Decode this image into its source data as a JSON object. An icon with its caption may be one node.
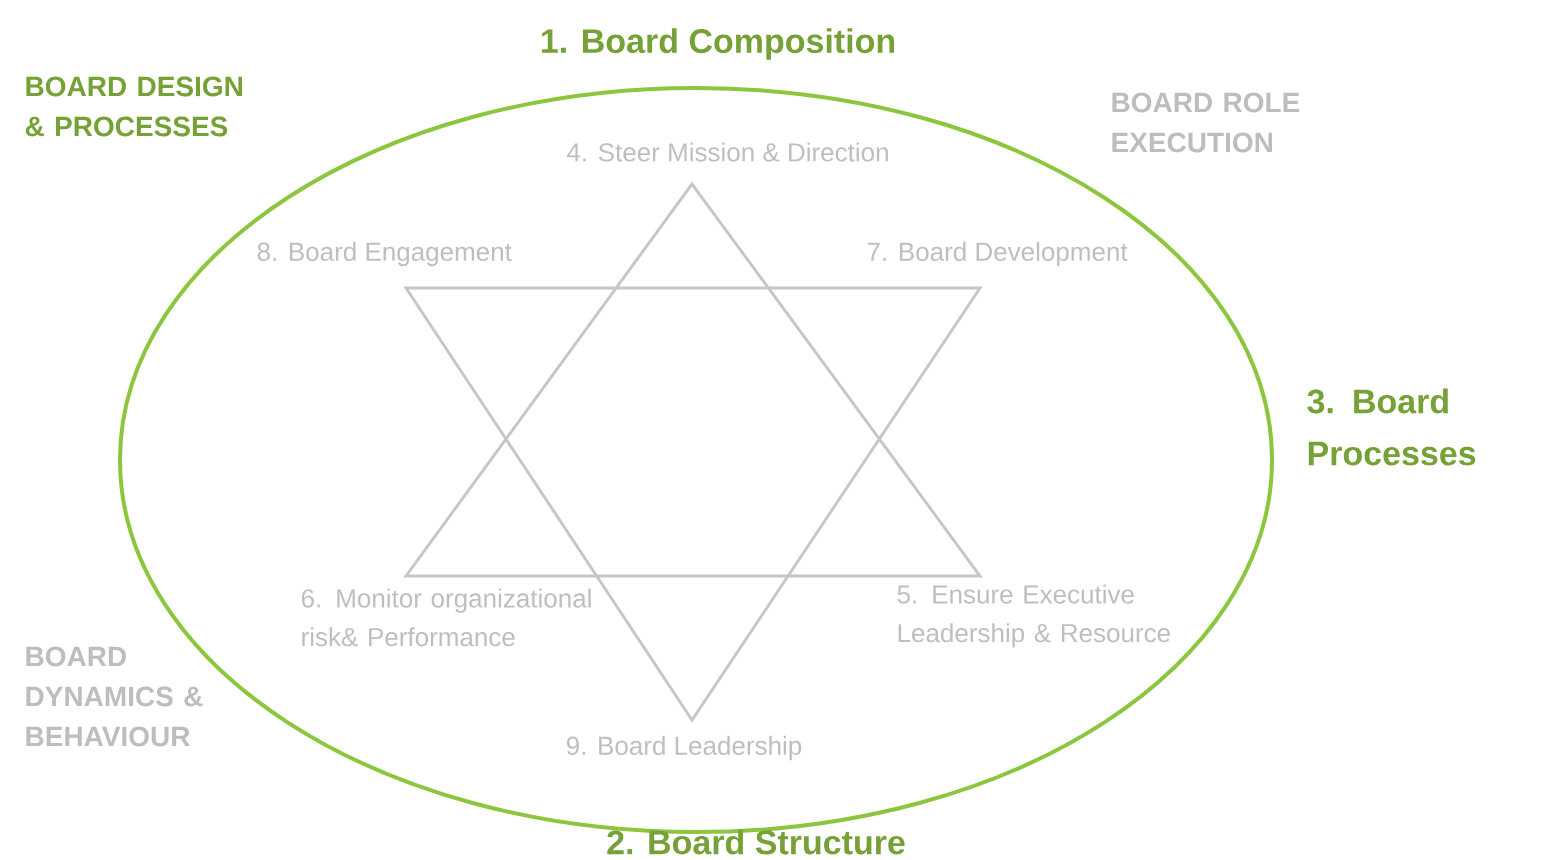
{
  "diagram": {
    "labels": [
      "1. Board Composition",
      "BOARD DESIGN & PROCESSES",
      "BOARD ROLE EXECUTION",
      "4. Steer Mission & Direction",
      "8. Board Engagement",
      "7. Board Development",
      "3. Board Processes",
      "6. Monitor organizational risk& Performance",
      "5. Ensure Executive Leadership & Resource",
      "BOARD DYNAMICS & BEHAVIOUR",
      "9. Board Leadership",
      "2. Board Structure"
    ]
  }
}
